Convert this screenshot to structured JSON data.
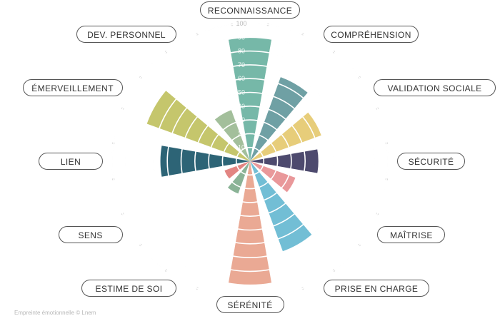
{
  "chart_data": {
    "type": "polar-bar",
    "categories": [
      "RECONNAISSANCE",
      "COMPRÉHENSION",
      "VALIDATION SOCIALE",
      "SÉCURITÉ",
      "MAÎTRISE",
      "PRISE EN CHARGE",
      "SÉRÉNITÉ",
      "ESTIME DE SOI",
      "SENS",
      "LIEN",
      "ÉMERVEILLEMENT",
      "DEV. PERSONNEL"
    ],
    "values": [
      90,
      65,
      55,
      50,
      35,
      70,
      90,
      25,
      20,
      65,
      80,
      40
    ],
    "colors": [
      "#76b8a8",
      "#6fa0a4",
      "#e7cd7a",
      "#4d4a6e",
      "#e9989a",
      "#72bed5",
      "#eaa994",
      "#8ab396",
      "#e28582",
      "#2d6476",
      "#c5c66c",
      "#a3bf9b"
    ],
    "rlim": [
      0,
      100
    ],
    "radial_ticks": [
      10,
      20,
      30,
      40,
      50,
      60,
      70,
      80,
      90,
      100
    ],
    "grid": true
  },
  "footer": "Empreinte émotionnelle © Lnem"
}
